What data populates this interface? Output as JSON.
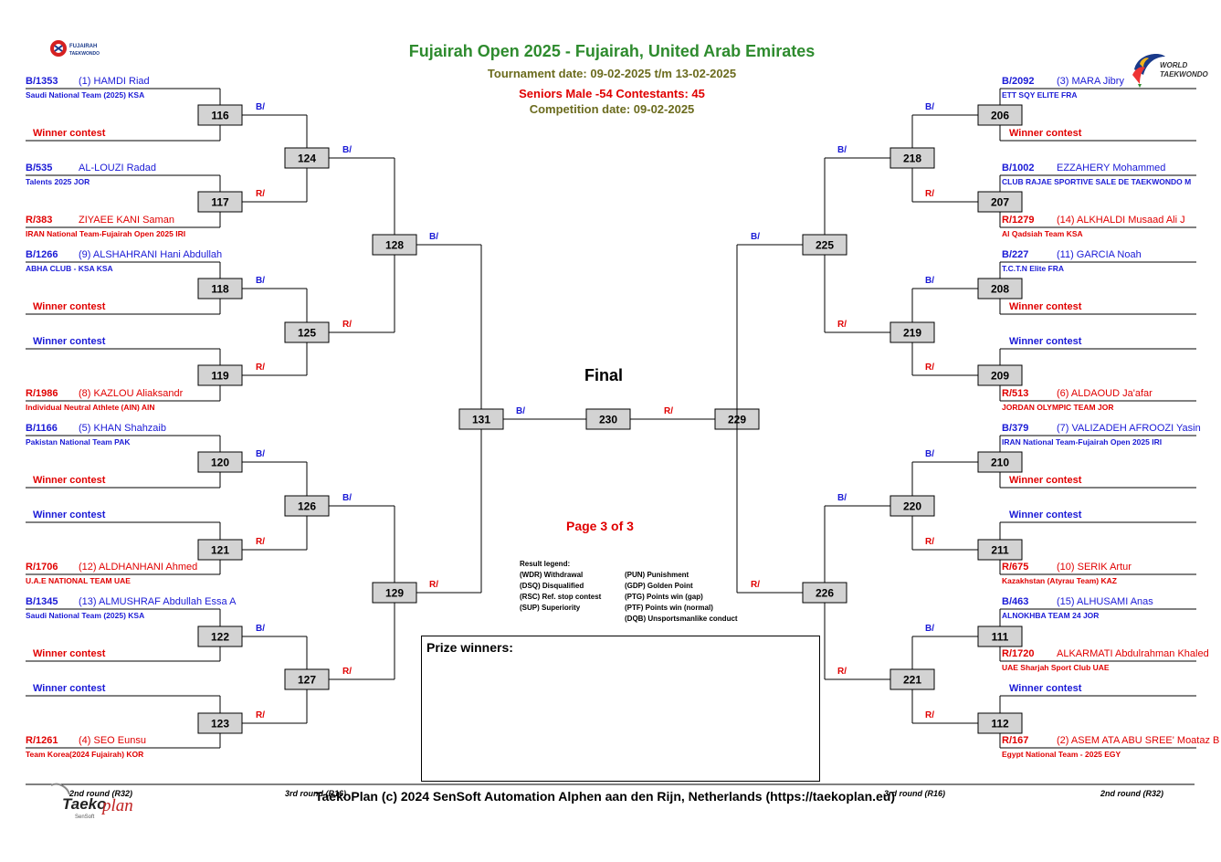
{
  "header": {
    "title": "Fujairah Open 2025 - Fujairah, United Arab Emirates",
    "tournament_date": "Tournament date:    09-02-2025 t/m 13-02-2025",
    "category": "Seniors Male -54      Contestants: 45",
    "competition_date": "Competition date: 09-02-2025"
  },
  "final_label": "Final",
  "page_label": "Page 3 of 3",
  "prize_label": "Prize winners:",
  "legend": {
    "title": "Result legend:",
    "left": [
      "(WDR) Withdrawal",
      "(DSQ) Disqualified",
      "(RSC) Ref. stop contest",
      "(SUP) Superiority"
    ],
    "right": [
      "(PUN) Punishment",
      "(GDP) Golden Point",
      "(PTG) Points win (gap)",
      "(PTF) Points win (normal)",
      "(DQB) Unsportsmanlike conduct"
    ]
  },
  "footer": "TaekoPlan (c) 2024 SenSoft Automation Alphen aan den Rijn, Netherlands (https://taekoplan.eu)",
  "rounds": {
    "left_r32": "2nd round (R32)",
    "left_r16": "3rd round (R16)",
    "right_r16": "3rd round (R16)",
    "right_r32": "2nd round (R32)"
  },
  "colors": {
    "blue": "#1a1ad6",
    "red": "#e00000",
    "green": "#2e8b2e",
    "olive": "#6b6b1e",
    "box": "#d3d3d3"
  },
  "logos": {
    "fujairah": [
      "FUJAIRAH",
      "TAEKWONDO"
    ],
    "world": [
      "WORLD",
      "TAEKWONDO"
    ],
    "taekoplan": [
      "Taeko",
      "plan",
      "SenSoft"
    ]
  },
  "slot_winner": "Winner contest",
  "bracket": {
    "left_entries": [
      {
        "id": "B/1353",
        "name": "(1) HAMDI Riad",
        "team": "Saudi National Team (2025) KSA",
        "color": "blue"
      },
      {
        "winner": true,
        "color": "red"
      },
      {
        "id": "B/535",
        "name": "AL-LOUZI Radad",
        "team": "Talents 2025 JOR",
        "color": "blue"
      },
      {
        "id": "R/383",
        "name": "ZIYAEE KANI Saman",
        "team": "IRAN National Team-Fujairah Open 2025 IRI",
        "color": "red"
      },
      {
        "id": "B/1266",
        "name": "(9) ALSHAHRANI Hani Abdullah",
        "team": "ABHA CLUB - KSA KSA",
        "color": "blue"
      },
      {
        "winner": true,
        "color": "red"
      },
      {
        "winner": true,
        "color": "blue"
      },
      {
        "id": "R/1986",
        "name": "(8) KAZLOU Aliaksandr",
        "team": "Individual Neutral Athlete (AIN) AIN",
        "color": "red"
      },
      {
        "id": "B/1166",
        "name": "(5) KHAN Shahzaib",
        "team": "Pakistan National Team PAK",
        "color": "blue"
      },
      {
        "winner": true,
        "color": "red"
      },
      {
        "winner": true,
        "color": "blue"
      },
      {
        "id": "R/1706",
        "name": "(12) ALDHANHANI Ahmed",
        "team": "U.A.E NATIONAL TEAM UAE",
        "color": "red"
      },
      {
        "id": "B/1345",
        "name": "(13) ALMUSHRAF Abdullah Essa A",
        "team": "Saudi National Team (2025) KSA",
        "color": "blue"
      },
      {
        "winner": true,
        "color": "red"
      },
      {
        "winner": true,
        "color": "blue"
      },
      {
        "id": "R/1261",
        "name": "(4) SEO Eunsu",
        "team": "Team Korea(2024 Fujairah) KOR",
        "color": "red"
      }
    ],
    "right_entries": [
      {
        "id": "B/2092",
        "name": "(3) MARA Jibry",
        "team": "ETT SQY ELITE FRA",
        "color": "blue"
      },
      {
        "winner": true,
        "color": "red"
      },
      {
        "id": "B/1002",
        "name": "EZZAHERY Mohammed",
        "team": "CLUB RAJAE SPORTIVE SALE DE TAEKWONDO M",
        "color": "blue"
      },
      {
        "id": "R/1279",
        "name": "(14) ALKHALDI Musaad Ali J",
        "team": "Al Qadsiah Team KSA",
        "color": "red"
      },
      {
        "id": "B/227",
        "name": "(11) GARCIA Noah",
        "team": "T.C.T.N Elite FRA",
        "color": "blue"
      },
      {
        "winner": true,
        "color": "red"
      },
      {
        "winner": true,
        "color": "blue"
      },
      {
        "id": "R/513",
        "name": "(6) ALDAOUD Ja'afar",
        "team": "JORDAN OLYMPIC TEAM JOR",
        "color": "red"
      },
      {
        "id": "B/379",
        "name": "(7) VALIZADEH AFROOZI Yasin",
        "team": "IRAN National Team-Fujairah Open 2025 IRI",
        "color": "blue"
      },
      {
        "winner": true,
        "color": "red"
      },
      {
        "winner": true,
        "color": "blue"
      },
      {
        "id": "R/675",
        "name": "(10) SERIK Artur",
        "team": "Kazakhstan (Atyrau Team) KAZ",
        "color": "red"
      },
      {
        "id": "B/463",
        "name": "(15) ALHUSAMI Anas",
        "team": "ALNOKHBA TEAM 24 JOR",
        "color": "blue"
      },
      {
        "id": "R/1720",
        "name": "ALKARMATI Abdulrahman Khaled",
        "team": "UAE Sharjah Sport Club UAE",
        "color": "red"
      },
      {
        "winner": true,
        "color": "blue"
      },
      {
        "id": "R/167",
        "name": "(2) ASEM ATA ABU SREE' Moataz B",
        "team": "Egypt National Team - 2025 EGY",
        "color": "red"
      }
    ],
    "left_r1": [
      "116",
      "117",
      "118",
      "119",
      "120",
      "121",
      "122",
      "123"
    ],
    "left_r2": [
      "124",
      "125",
      "126",
      "127"
    ],
    "left_r3": [
      "128",
      "129"
    ],
    "left_r4": "131",
    "final": "230",
    "right_r4": "229",
    "right_r3": [
      "225",
      "226"
    ],
    "right_r2": [
      "218",
      "219",
      "220",
      "221"
    ],
    "right_r1": [
      "206",
      "207",
      "208",
      "209",
      "210",
      "211",
      "111",
      "112"
    ],
    "blue_prefix": "B/",
    "red_prefix": "R/"
  }
}
